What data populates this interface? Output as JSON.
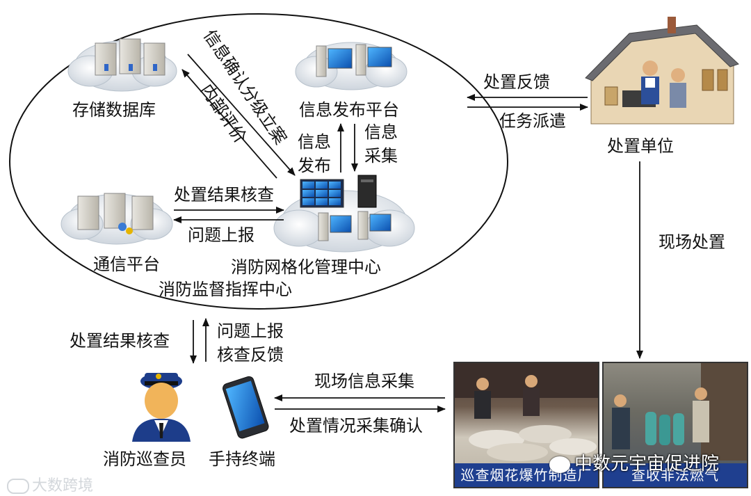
{
  "nodes": {
    "storage_db": "存储数据库",
    "info_publish_platform": "信息发布平台",
    "comm_platform": "通信平台",
    "grid_center": "消防网格化管理中心",
    "command_center": "消防监督指挥中心",
    "disposal_unit": "处置单位",
    "inspector": "消防巡查员",
    "handheld": "手持终端"
  },
  "edges": {
    "confirm_grading_line1": "信息确认分级立案",
    "internal_eval": "内部评价",
    "info_publish_a": "信息",
    "info_publish_b": "发布",
    "info_collect_a": "信息",
    "info_collect_b": "采集",
    "result_check_top": "处置结果核查",
    "problem_report_top": "问题上报",
    "disposal_feedback": "处置反馈",
    "task_dispatch": "任务派遣",
    "onsite_disposal": "现场处置",
    "result_check_left": "处置结果核查",
    "problem_report_right": "问题上报",
    "check_feedback": "核查反馈",
    "onsite_info_collect": "现场信息采集",
    "disposal_confirm": "处置情况采集确认"
  },
  "photos": {
    "left_caption": "巡查烟花爆竹制造厂",
    "right_caption": "查收非法燃气"
  },
  "watermarks": {
    "left": "大数跨境",
    "right": "中数元宇宙促进院"
  }
}
